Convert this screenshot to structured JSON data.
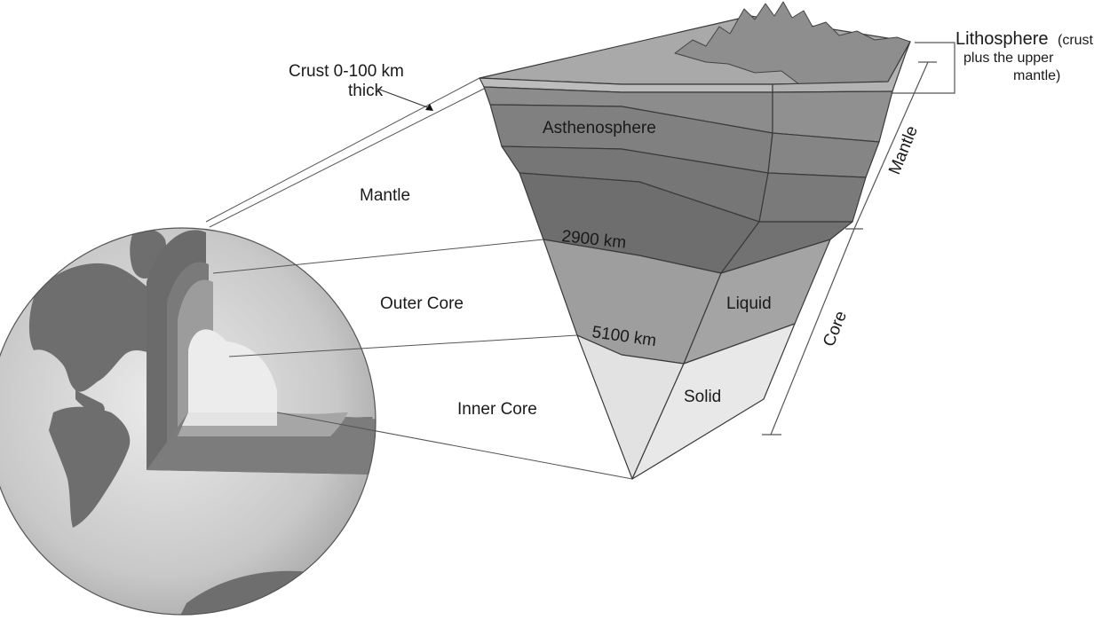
{
  "labels": {
    "crust_line1": "Crust 0-100 km",
    "crust_line2": "thick",
    "lithosphere_title": "Lithosphere",
    "lithosphere_paren1": "(crust",
    "lithosphere_paren2": "plus the upper",
    "lithosphere_paren3": "mantle)",
    "asthenosphere": "Asthenosphere",
    "mantle_side": "Mantle",
    "mantle_left": "Mantle",
    "depth_2900": "2900 km",
    "outer_core": "Outer Core",
    "liquid": "Liquid",
    "depth_5100": "5100 km",
    "core_side": "Core",
    "inner_core": "Inner Core",
    "solid": "Solid"
  },
  "colors": {
    "earth_light": "#d4d4d4",
    "earth_dark": "#8a8a8a",
    "continent": "#6e6e6e",
    "crust_layer": "#6b6b6b",
    "mantle": "#808080",
    "mantle_dark": "#767676",
    "outer_core": "#9c9c9c",
    "inner_core": "#ececec",
    "surface": "#a8a8a8",
    "line": "#333333"
  }
}
